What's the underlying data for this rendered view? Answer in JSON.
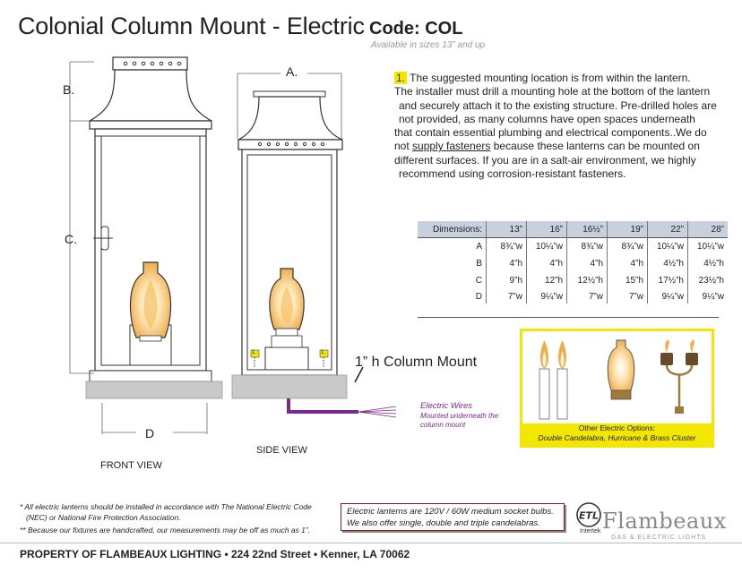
{
  "header": {
    "title": "Colonial Column Mount - Electric",
    "code": "Code: COL",
    "availability": "Available in sizes 13” and up"
  },
  "description": {
    "marker": "1.",
    "lines": [
      " The suggested mounting location is from within the lantern.",
      "The installer must drill a mounting hole at the bottom of the lantern",
      "and securely attach it to the existing structure. Pre-drilled holes are",
      "not provided, as many columns have open spaces underneath",
      "that contain essential plumbing and electrical components..We do",
      "not ",
      " because these lanterns can be mounted on",
      "different surfaces. If you are in a salt-air environment, we highly",
      "recommend using corrosion-resistant fasteners."
    ],
    "underlined": "supply fasteners"
  },
  "dimensions_table": {
    "header_label": "Dimensions:",
    "sizes": [
      "13”",
      "16”",
      "16½”",
      "19”",
      "22”",
      "28”"
    ],
    "rows": [
      {
        "label": "A",
        "values": [
          "8¾”w",
          "10¼”w",
          "8¾”w",
          "8¾”w",
          "10¼”w",
          "10¼”w"
        ]
      },
      {
        "label": "B",
        "values": [
          "4”h",
          "4”h",
          "4”h",
          "4”h",
          "4½”h",
          "4½”h"
        ]
      },
      {
        "label": "C",
        "values": [
          "9”h",
          "12”h",
          "12½”h",
          "15”h",
          "17½”h",
          "23½”h"
        ]
      },
      {
        "label": "D",
        "values": [
          "7”w",
          "9¼”w",
          "7”w",
          "7”w",
          "9¼”w",
          "9¼”w"
        ]
      }
    ]
  },
  "drawing": {
    "label_a": "A.",
    "label_b": "B.",
    "label_c": "C.",
    "label_d": "D",
    "front_view": "FRONT VIEW",
    "side_view": "SIDE VIEW",
    "column_mount": "1” h Column Mount",
    "marker_small": "1.",
    "wires_title": "Electric Wires",
    "wires_sub": [
      "Mounted underneath the",
      "column mount"
    ],
    "colors": {
      "glass_flame": "#f5c26b",
      "wire": "#7b2a8c",
      "highlight": "#f3e600",
      "base": "#c9c9c9"
    }
  },
  "options": {
    "lines": [
      "Other Electric Options:",
      "Double Candelabra, Hurricane & Brass Cluster"
    ]
  },
  "notes": {
    "note1": [
      "* All electric lanterns should be installed in accordance with The National Electric Code",
      "(NEC) or National Fire Protection Association."
    ],
    "note2": "** Because our fixtures are handcrafted, our measurements may be off as much as 1”."
  },
  "electric_box": [
    "Electric lanterns are 120V / 60W medium socket bulbs.",
    "We also offer single, double and triple candelabras."
  ],
  "certification": {
    "mark": "ETL",
    "label": "Intertek"
  },
  "brand": {
    "name": "Flambeaux",
    "tagline": "GAS & ELECTRIC LIGHTS"
  },
  "footer": "PROPERTY OF FLAMBEAUX LIGHTING • 224 22nd Street • Kenner, LA 70062"
}
